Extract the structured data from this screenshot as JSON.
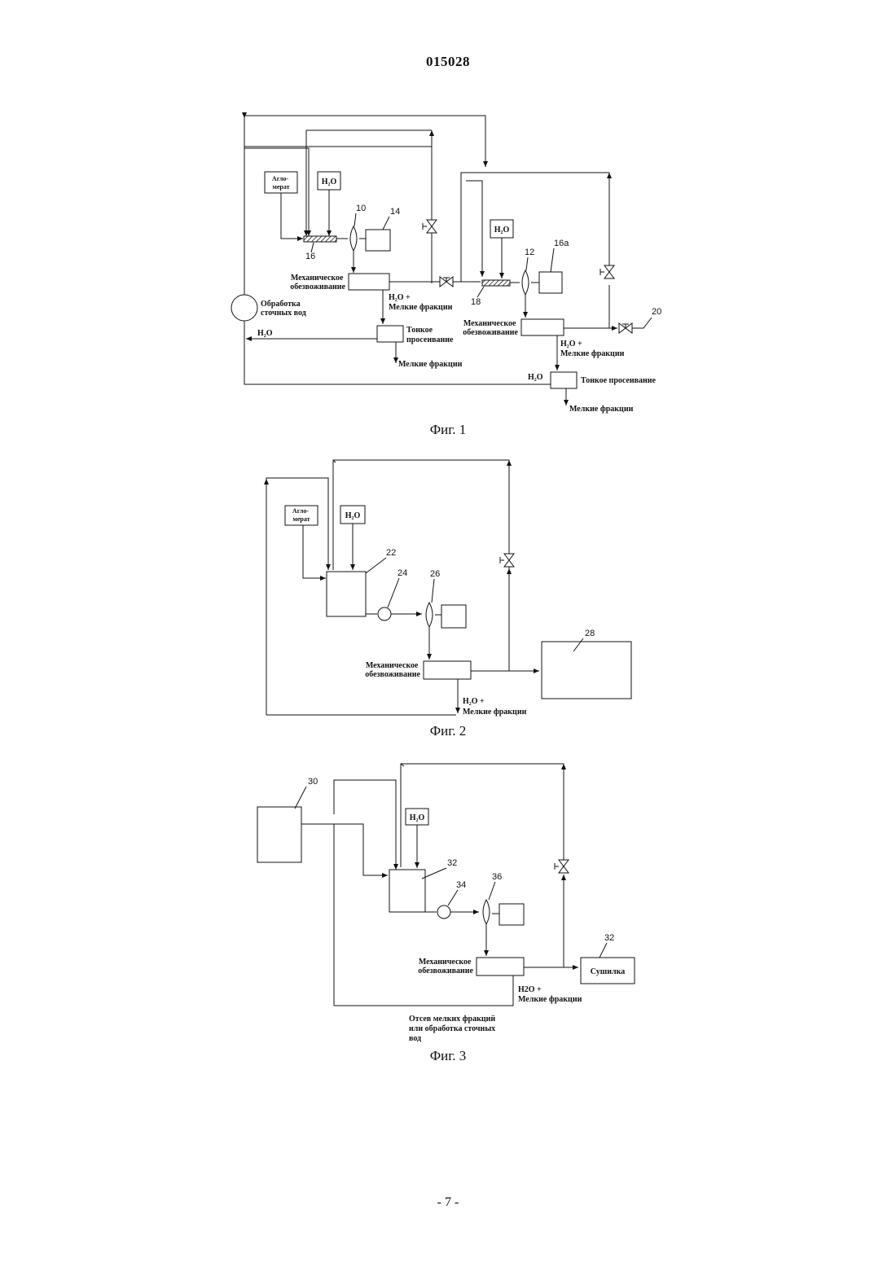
{
  "document": {
    "number": "015028",
    "page": "- 7 -"
  },
  "fig1": {
    "caption": "Фиг. 1",
    "agglomerate": [
      "Агло-",
      "мерат"
    ],
    "h2o": "H₂O",
    "num_10": "10",
    "num_14": "14",
    "num_16": "16",
    "num_12": "12",
    "num_16a": "16a",
    "num_18": "18",
    "num_20": "20",
    "mech_dewatering": [
      "Механическое",
      "обезвоживание"
    ],
    "h2o_plus": "H₂O +",
    "fines": "Мелкие фракции",
    "fine_screening_wrapped": [
      "Тонкое",
      "просеивание"
    ],
    "fine_screening": "Тонкое просеивание",
    "wastewater": [
      "Обработка",
      "сточных вод"
    ]
  },
  "fig2": {
    "caption": "Фиг. 2",
    "agglomerate": [
      "Агло-",
      "мерат"
    ],
    "h2o": "H₂O",
    "num_22": "22",
    "num_24": "24",
    "num_26": "26",
    "num_28": "28",
    "mech_dewatering": [
      "Механическое",
      "обезвоживание"
    ],
    "h2o_plus": "H₂O +",
    "fines": "Мелкие фракции"
  },
  "fig3": {
    "caption": "Фиг. 3",
    "h2o": "H₂O",
    "num_30": "30",
    "num_32": "32",
    "num_34": "34",
    "num_36": "36",
    "num_32b": "32",
    "mech_dewatering": [
      "Механическое",
      "обезвоживание"
    ],
    "h2o_plus": "H2O +",
    "fines": "Мелкие фракции",
    "dryer": "Сушилка",
    "screening": [
      "Отсев мелких фракций",
      "или обработка сточных",
      "вод"
    ]
  }
}
